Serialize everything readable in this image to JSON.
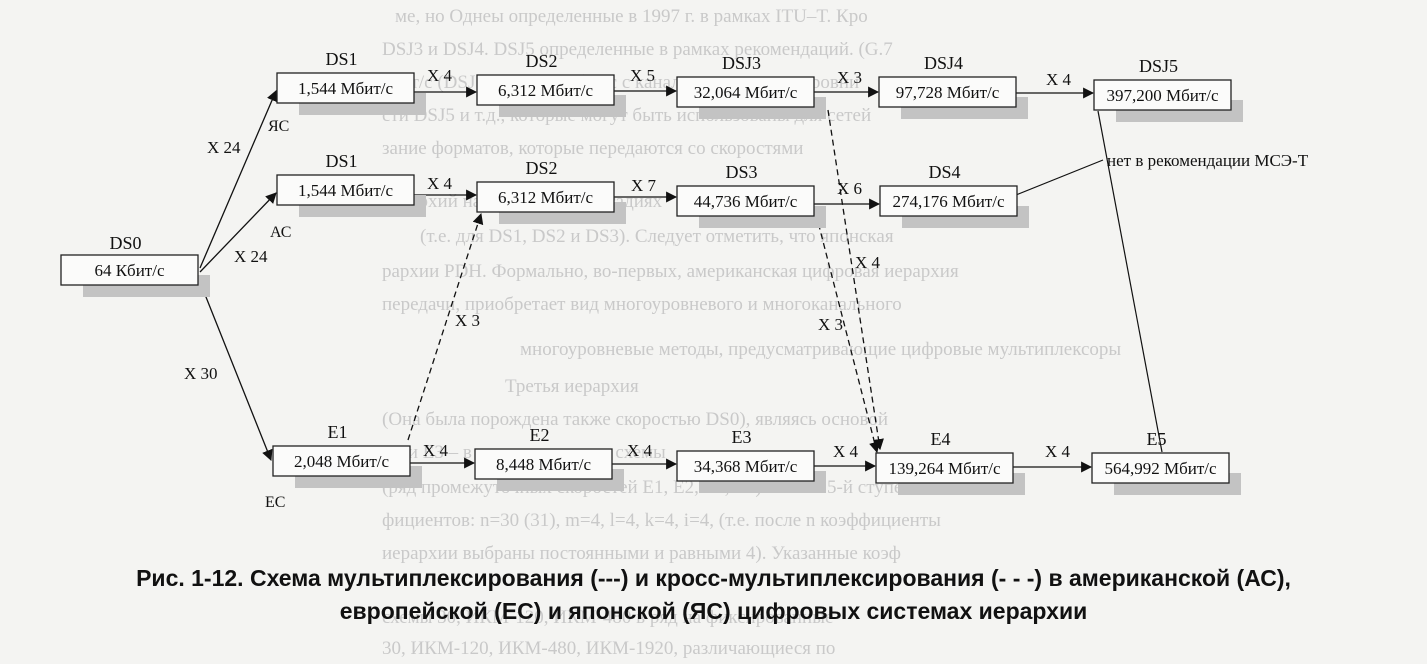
{
  "diagram": {
    "nodes": [
      {
        "id": "ds0",
        "title": "DS0",
        "value": "64 Кбит/с"
      },
      {
        "id": "ds1a",
        "title": "DS1",
        "value": "1,544 Мбит/с"
      },
      {
        "id": "ds2a",
        "title": "DS2",
        "value": "6,312 Мбит/с"
      },
      {
        "id": "dsj3",
        "title": "DSJ3",
        "value": "32,064 Мбит/с"
      },
      {
        "id": "dsj4",
        "title": "DSJ4",
        "value": "97,728 Мбит/с"
      },
      {
        "id": "dsj5",
        "title": "DSJ5",
        "value": "397,200 Мбит/с"
      },
      {
        "id": "ds1b",
        "title": "DS1",
        "value": "1,544 Мбит/с"
      },
      {
        "id": "ds2b",
        "title": "DS2",
        "value": "6,312 Мбит/с"
      },
      {
        "id": "ds3",
        "title": "DS3",
        "value": "44,736 Мбит/с"
      },
      {
        "id": "ds4",
        "title": "DS4",
        "value": "274,176 Мбит/с"
      },
      {
        "id": "e1",
        "title": "E1",
        "value": "2,048 Мбит/с"
      },
      {
        "id": "e2",
        "title": "E2",
        "value": "8,448 Мбит/с"
      },
      {
        "id": "e3",
        "title": "E3",
        "value": "34,368 Мбит/с"
      },
      {
        "id": "e4",
        "title": "E4",
        "value": "139,264 Мбит/с"
      },
      {
        "id": "e5",
        "title": "E5",
        "value": "564,992 Мбит/с"
      }
    ],
    "edges": [
      {
        "from": "ds0",
        "to": "ds1a",
        "label": "X 24",
        "style": "solid"
      },
      {
        "from": "ds0",
        "to": "ds1b",
        "label": "X 24",
        "style": "solid"
      },
      {
        "from": "ds0",
        "to": "e1",
        "label": "X 30",
        "style": "solid"
      },
      {
        "from": "ds1a",
        "to": "ds2a",
        "label": "X 4",
        "style": "solid"
      },
      {
        "from": "ds2a",
        "to": "dsj3",
        "label": "X 5",
        "style": "solid"
      },
      {
        "from": "dsj3",
        "to": "dsj4",
        "label": "X 3",
        "style": "solid"
      },
      {
        "from": "dsj4",
        "to": "dsj5",
        "label": "X 4",
        "style": "solid"
      },
      {
        "from": "ds1b",
        "to": "ds2b",
        "label": "X 4",
        "style": "solid"
      },
      {
        "from": "ds2b",
        "to": "ds3",
        "label": "X 7",
        "style": "solid"
      },
      {
        "from": "ds3",
        "to": "ds4",
        "label": "X 6",
        "style": "solid"
      },
      {
        "from": "e1",
        "to": "e2",
        "label": "X 4",
        "style": "solid"
      },
      {
        "from": "e2",
        "to": "e3",
        "label": "X 4",
        "style": "solid"
      },
      {
        "from": "e3",
        "to": "e4",
        "label": "X 4",
        "style": "solid"
      },
      {
        "from": "e4",
        "to": "e5",
        "label": "X 4",
        "style": "solid"
      },
      {
        "from": "e1",
        "to": "ds2b",
        "label": "X 3",
        "style": "dashed"
      },
      {
        "from": "ds3",
        "to": "e4",
        "label": "X 4",
        "style": "dashed"
      },
      {
        "from": "dsj3",
        "to": "e4",
        "label": "X 3",
        "style": "dashed"
      }
    ],
    "system_labels": {
      "jp": "ЯС",
      "us": "АС",
      "eu": "ЕС"
    },
    "note": "нет в рекомендации МСЭ-Т"
  },
  "caption": {
    "line1": "Рис. 1-12. Схема мультиплексирования (---) и кросс-мультиплексирования (- - -) в американской (АС),",
    "line2": "европейской (ЕС) и японской (ЯС) цифровых системах иерархии"
  },
  "background_text": [
    "ме, но Однеы определенные в 1997 г. в рамках ITU–T. Кро",
    "DSJ3 и DSJ4. DSJ5 определенные в рамках рекомендаций. (G.7",
    "кбит/с (DSJ1) и 6,312 Мбит/с с каналам иерархии и уровни",
    "сти DSJ5 и т.д., которые могут быть использованы для сетей",
    "зание форматов, которые передаются со скоростями",
    "иерархий на более ранних стадиях",
    "(т.е. для DS1, DS2 и DS3). Следует отметить, что японская",
    "рархии PDH. Формально, во-первых, американская цифровая иерархия",
    "передачи, приобретает вид многоуровневого и многоканального",
    "многоуровневые методы, предусматривающие цифровые мультиплексоры",
    "Третья иерархия",
    "(Она была порождена также скоростью DS0), являясь основой",
    "E2 и E3 – в многоуровневые схемы",
    "(ряд промежуточных скоростей E1, E2, E3, E4) и 4-й и 5-й ступени",
    "фициентов: n=30 (31), m=4, l=4, k=4, i=4, (т.е. после n коэффициенты",
    "иерархии выбраны постоянными и равными 4). Указанные коэф",
    "схемы 30, ИКМ-120, ИКМ-480 в ряд на фиксированные",
    "30, ИКМ-120, ИКМ-480, ИКМ-1920, различающиеся по"
  ]
}
